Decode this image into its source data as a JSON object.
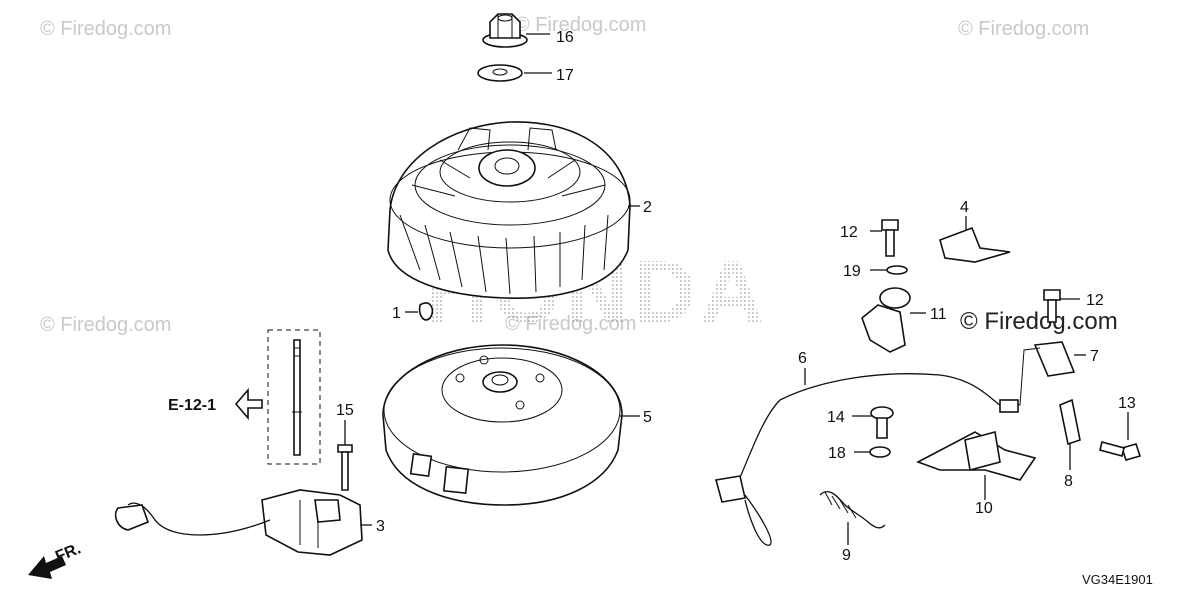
{
  "watermarks": {
    "site": "© Firedog.com"
  },
  "brand_mark": "HONDA",
  "diagram_code": "VG34E1901",
  "reference": {
    "label": "E-12-1",
    "direction": "FR."
  },
  "callouts": {
    "p1": "1",
    "p2": "2",
    "p3": "3",
    "p4": "4",
    "p5": "5",
    "p6": "6",
    "p7": "7",
    "p8": "8",
    "p9": "9",
    "p10": "10",
    "p11": "11",
    "p12a": "12",
    "p12b": "12",
    "p13": "13",
    "p14": "14",
    "p15": "15",
    "p16": "16",
    "p17": "17",
    "p18": "18",
    "p19": "19"
  },
  "colors": {
    "ink": "#111111",
    "watermark": "#c9c9c9"
  }
}
